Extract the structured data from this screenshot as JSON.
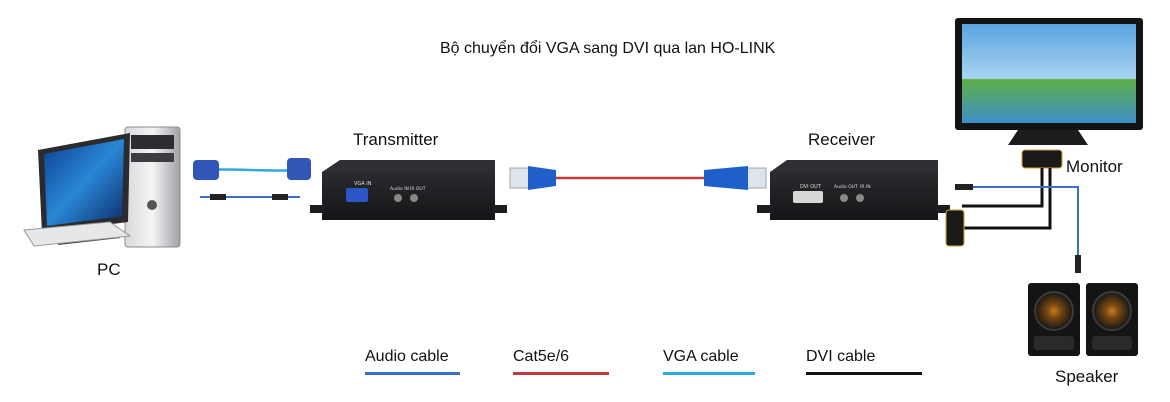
{
  "title": "Bộ chuyển đổi VGA sang DVI qua lan HO-LINK",
  "devices": {
    "transmitter": "Transmitter",
    "receiver": "Receiver",
    "monitor": "Monitor",
    "pc": "PC",
    "speaker": "Speaker"
  },
  "panel_labels": {
    "vga_in": "VGA IN",
    "audio_in": "Audio IN",
    "ir_out": "IR OUT",
    "dvi_out": "DVI OUT",
    "audio_out": "Audio OUT",
    "ir_in": "IR IN"
  },
  "legend": {
    "audio": "Audio cable",
    "cat": "Cat5e/6",
    "vga": "VGA cable",
    "dvi": "DVI cable"
  },
  "colors": {
    "audio": "#3a6fc4",
    "cat": "#c0393b",
    "vga": "#2fa8df",
    "dvi": "#111111",
    "device_body": "#1c1d20",
    "rj45_blue": "#1e5fc9"
  }
}
